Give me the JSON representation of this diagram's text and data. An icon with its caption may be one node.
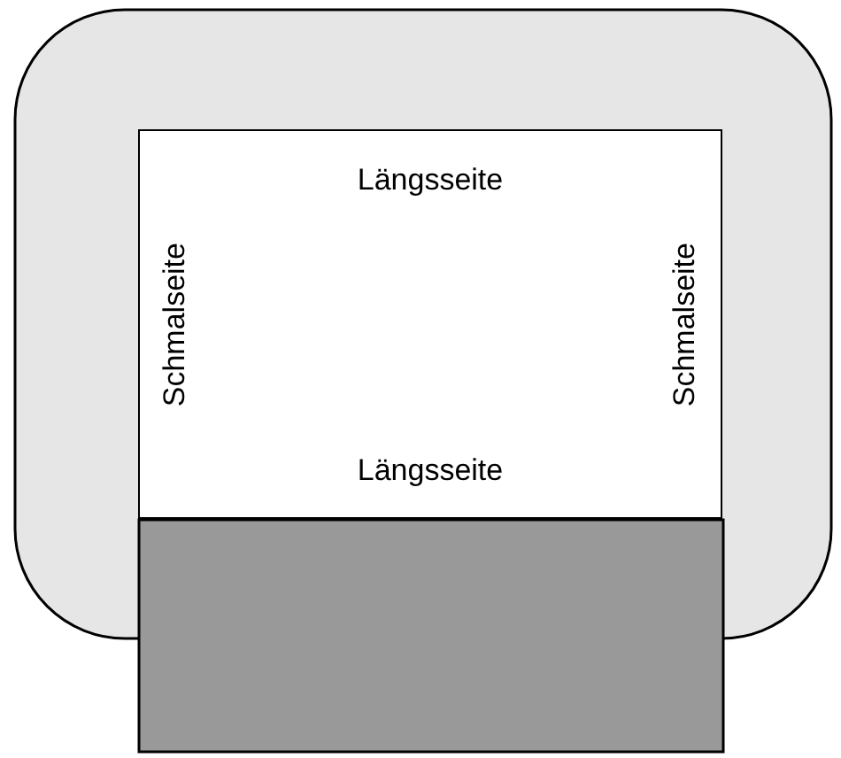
{
  "diagram": {
    "nodes": [
      {
        "text": [
          "Längsseite",
          "Schmalseite",
          "Schmalseite",
          "Längsseite"
        ]
      }
    ]
  }
}
